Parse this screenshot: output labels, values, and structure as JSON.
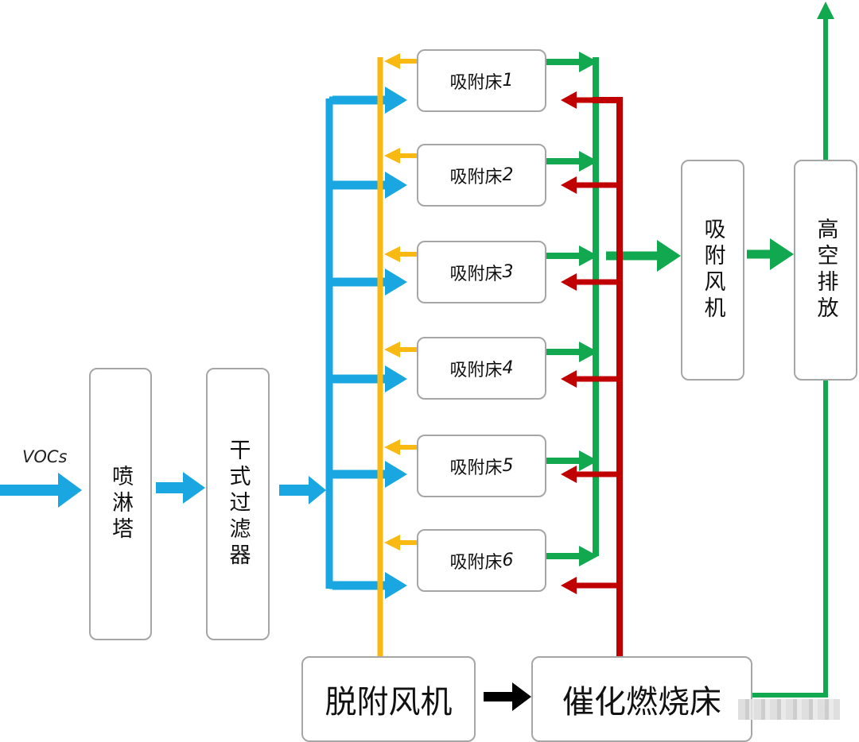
{
  "diagram": {
    "title": "VOCs treatment process: spray tower, dry filter, adsorption beds, catalytic combustion",
    "input_label": "VOCs",
    "nodes": {
      "spray_tower": "喷淋塔",
      "dry_filter": "干式过滤器",
      "beds": [
        {
          "name": "吸附床",
          "num": "1"
        },
        {
          "name": "吸附床",
          "num": "2"
        },
        {
          "name": "吸附床",
          "num": "3"
        },
        {
          "name": "吸附床",
          "num": "4"
        },
        {
          "name": "吸附床",
          "num": "5"
        },
        {
          "name": "吸附床",
          "num": "6"
        }
      ],
      "adsorption_fan": "吸附风机",
      "stack": "高空排放",
      "desorption_fan": "脱附风机",
      "catalytic_bed": "催化燃烧床"
    },
    "colors": {
      "intake_flow": "#1aa7e1",
      "desorption_flow": "#f7b912",
      "clean_flow": "#12a84f",
      "hot_return_flow": "#c00000",
      "connector": "#000000",
      "box_border": "#a6a6a6"
    },
    "edges": [
      {
        "from": "VOCs",
        "to": "spray_tower",
        "color": "intake_flow"
      },
      {
        "from": "spray_tower",
        "to": "dry_filter",
        "color": "intake_flow"
      },
      {
        "from": "dry_filter",
        "to": "beds[1-6]",
        "color": "intake_flow"
      },
      {
        "from": "beds[1-6]",
        "to": "desorption_fan",
        "color": "desorption_flow"
      },
      {
        "from": "beds[1-6]",
        "to": "adsorption_fan",
        "color": "clean_flow"
      },
      {
        "from": "adsorption_fan",
        "to": "stack",
        "color": "clean_flow"
      },
      {
        "from": "desorption_fan",
        "to": "catalytic_bed",
        "color": "connector"
      },
      {
        "from": "catalytic_bed",
        "to": "beds[1-6]",
        "color": "hot_return_flow"
      },
      {
        "from": "catalytic_bed",
        "to": "stack-outlet",
        "color": "clean_flow"
      }
    ]
  }
}
